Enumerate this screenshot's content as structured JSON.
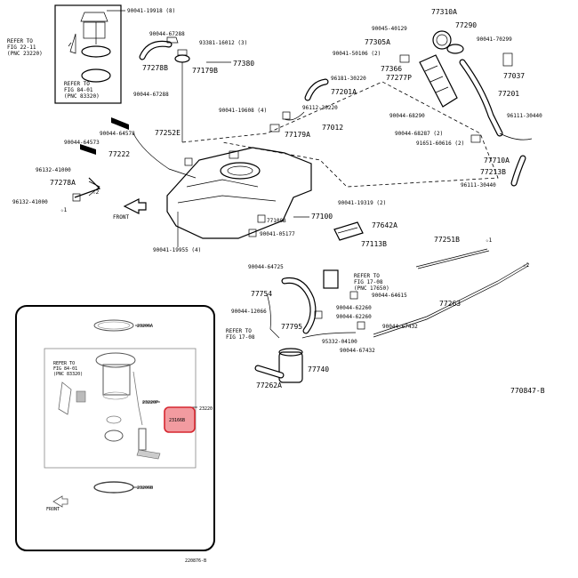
{
  "labels": {
    "p90041_19918": "90041-19918 (8)",
    "refer_fig22": "REFER TO",
    "refer_fig22_b": "FIG 22-11",
    "refer_fig22_c": "(PNC 23220)",
    "refer_fig84": "REFER TO",
    "refer_fig84_b": "FIG 84-01",
    "refer_fig84_c": "(PNC 83320)",
    "p90044_67288a": "90044-67288",
    "p93381_16012": "93381-16012 (3)",
    "p77278B": "77278B",
    "p77179B": "77179B",
    "p77380": "77380",
    "p90044_67288b": "90044-67288",
    "p90045_40129": "90045-40129",
    "p77310A": "77310A",
    "p77290": "77290",
    "p77305A": "77305A",
    "p90041_50106": "90041-50106 (2)",
    "p90041_70299": "90041-70299",
    "p77366": "77366",
    "p77277P": "77277P",
    "p77037": "77037",
    "p96181_30220": "96181-30220",
    "p77201A": "77201A",
    "p77201": "77201",
    "p90041_19608": "90041-19608 (4)",
    "p96112_30220": "96112-30220",
    "p90044_68290": "90044-68290",
    "p96111_30440a": "96111-30440",
    "p77012": "77012",
    "p77179A": "77179A",
    "p90044_64578": "90044-64578",
    "p77252E": "77252E",
    "p90044_64573": "90044-64573",
    "p90044_68287": "90044-68287 (2)",
    "p91651_60616": "91651-60616 (2)",
    "p77222": "77222",
    "p77710A": "77710A",
    "p96132_41000a": "96132-41000",
    "p77213B": "77213B",
    "p77278A": "77278A",
    "p96111_30440b": "96111-30440",
    "star2": "☆2",
    "p96132_41000b": "96132-41000",
    "star1": "☆1",
    "front": "FRONT",
    "p90041_19319": "90041-19319 (2)",
    "p77100B": "77100B",
    "p77100": "77100",
    "p77642A": "77642A",
    "p90041_05177": "90041-05177",
    "p77113B": "77113B",
    "p77251B": "77251B",
    "star1b": "☆1",
    "p90041_19955": "90041-19955 (4)",
    "star2b": "☆2",
    "p90044_64725": "90044-64725",
    "refer_fig17a": "REFER TO",
    "refer_fig17a_b": "FIG 17-08",
    "refer_fig17a_c": "(PNC 17650)",
    "p77754": "77754",
    "p90044_64615": "90044-64615",
    "p77263": "77263",
    "p90044_12066": "90044-12066",
    "p90044_62260a": "90044-62260",
    "p90044_62260b": "90044-62260",
    "refer_fig17b": "REFER TO",
    "refer_fig17b_b": "FIG 17-08",
    "p77795": "77795",
    "p95332_04100": "95332-04100",
    "p90044_67432a": "90044-67432",
    "p90044_67432b": "90044-67432",
    "p77740": "77740",
    "p77262A": "77262A",
    "diagram_code": "770847-B",
    "inset_23206A": "23206A",
    "inset_refer": "REFER TO",
    "inset_refer_b": "FIG 84-01",
    "inset_refer_c": "(PNC 83320)",
    "inset_23220P": "23220P",
    "inset_23220": "23220",
    "inset_highlight": "23166B",
    "inset_23206B": "23206B",
    "inset_front": "FRONT",
    "inset_code": "220876-B"
  },
  "colors": {
    "highlight_fill": "#f08a8f",
    "highlight_stroke": "#d6262f"
  }
}
